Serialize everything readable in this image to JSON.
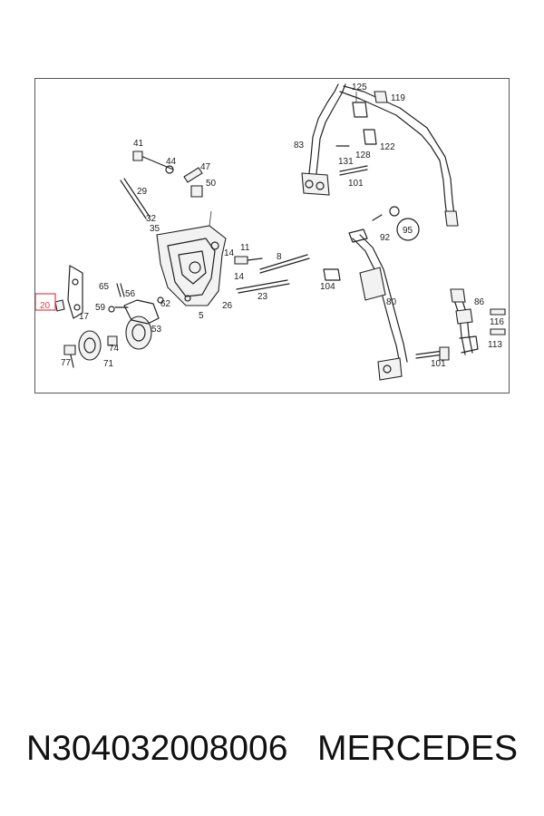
{
  "diagram": {
    "highlight_color": "#e0404a",
    "highlighted_part": "20",
    "callouts": [
      "125",
      "119",
      "83",
      "122",
      "128",
      "131",
      "101",
      "41",
      "44",
      "47",
      "50",
      "29",
      "32",
      "35",
      "95",
      "92",
      "14",
      "11",
      "8",
      "14",
      "23",
      "104",
      "80",
      "65",
      "56",
      "59",
      "62",
      "5",
      "26",
      "17",
      "86",
      "116",
      "74",
      "53",
      "113",
      "77",
      "71",
      "101",
      "20"
    ]
  },
  "caption": {
    "part_number": "N304032008006",
    "brand": "MERCEDES"
  }
}
